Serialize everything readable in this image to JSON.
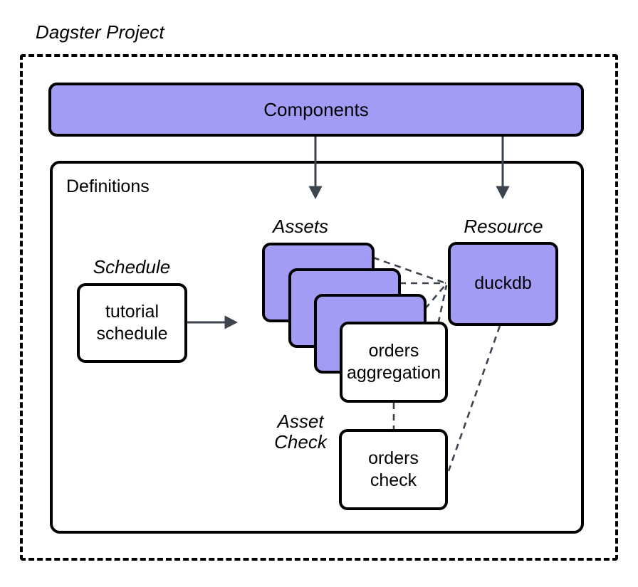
{
  "diagram": {
    "title": "Dagster Project",
    "frame_style": "dashed",
    "accent_purple": "#a39cf5",
    "connector_color": "#3c4450",
    "border_color": "#000000",
    "background": "#ffffff"
  },
  "components": {
    "label": "Components"
  },
  "definitions": {
    "label": "Definitions"
  },
  "captions": {
    "schedule": "Schedule",
    "assets": "Assets",
    "resource": "Resource",
    "asset_check_line1": "Asset",
    "asset_check_line2": "Check"
  },
  "nodes": {
    "schedule": {
      "line1": "tutorial",
      "line2": "schedule"
    },
    "asset_stack": [
      {
        "label": ""
      },
      {
        "label": ""
      },
      {
        "label": ""
      }
    ],
    "orders_aggregation": {
      "line1": "orders",
      "line2": "aggregation"
    },
    "resource": {
      "label": "duckdb"
    },
    "asset_check": {
      "line1": "orders",
      "line2": "check"
    }
  },
  "edges": [
    {
      "from": "components",
      "to": "assets",
      "style": "solid-arrow"
    },
    {
      "from": "components",
      "to": "resource",
      "style": "solid-arrow"
    },
    {
      "from": "schedule",
      "to": "assets",
      "style": "solid-arrow"
    },
    {
      "from": "asset-card-1",
      "to": "resource",
      "style": "dashed"
    },
    {
      "from": "asset-card-2",
      "to": "resource",
      "style": "dashed"
    },
    {
      "from": "asset-card-3",
      "to": "resource",
      "style": "dashed"
    },
    {
      "from": "orders-aggregation",
      "to": "resource",
      "style": "dashed"
    },
    {
      "from": "orders-aggregation",
      "to": "orders-check",
      "style": "dashed"
    },
    {
      "from": "resource",
      "to": "orders-check",
      "style": "dashed"
    }
  ]
}
